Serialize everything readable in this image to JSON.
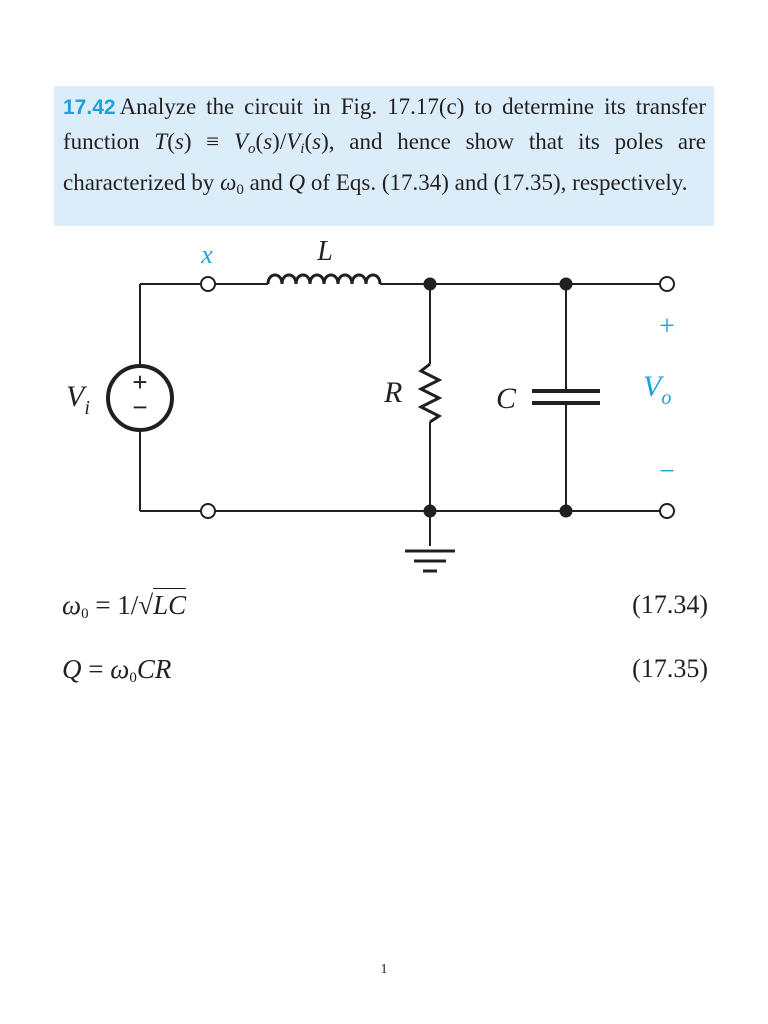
{
  "problem": {
    "number": "17.42",
    "segments": [
      "Analyze the circuit in Fig. 17.17(c) to determine its transfer function ",
      "T",
      "(",
      "s",
      ") ≡ ",
      "V",
      "o",
      "(",
      "s",
      ")/",
      "V",
      "i",
      "(",
      "s",
      "), and hence show that its poles are characterized by ",
      "ω",
      "0",
      " and ",
      "Q",
      " of Eqs. (17.34) and (17.35), respectively."
    ]
  },
  "circuit": {
    "node_label": "x",
    "inductor_label": "L",
    "source_label": "V",
    "source_sub": "i",
    "source_plus": "+",
    "source_minus": "−",
    "resistor_label": "R",
    "capacitor_label": "C",
    "output_label": "V",
    "output_sub": "o",
    "output_plus": "+",
    "output_minus": "−",
    "accent_color": "#1ba1dc",
    "line_color": "#231f20"
  },
  "equations": [
    {
      "lhs_symbol": "ω",
      "lhs_sub": "0",
      "rhs_prefix": " = 1/",
      "radical": "√",
      "radicand": "LC",
      "number": "(17.34)"
    },
    {
      "lhs_symbol": "Q",
      "equals": " = ",
      "rhs_symbol": "ω",
      "rhs_sub": "0",
      "rhs_suffix": "CR",
      "number": "(17.35)"
    }
  ],
  "page_number": "1"
}
